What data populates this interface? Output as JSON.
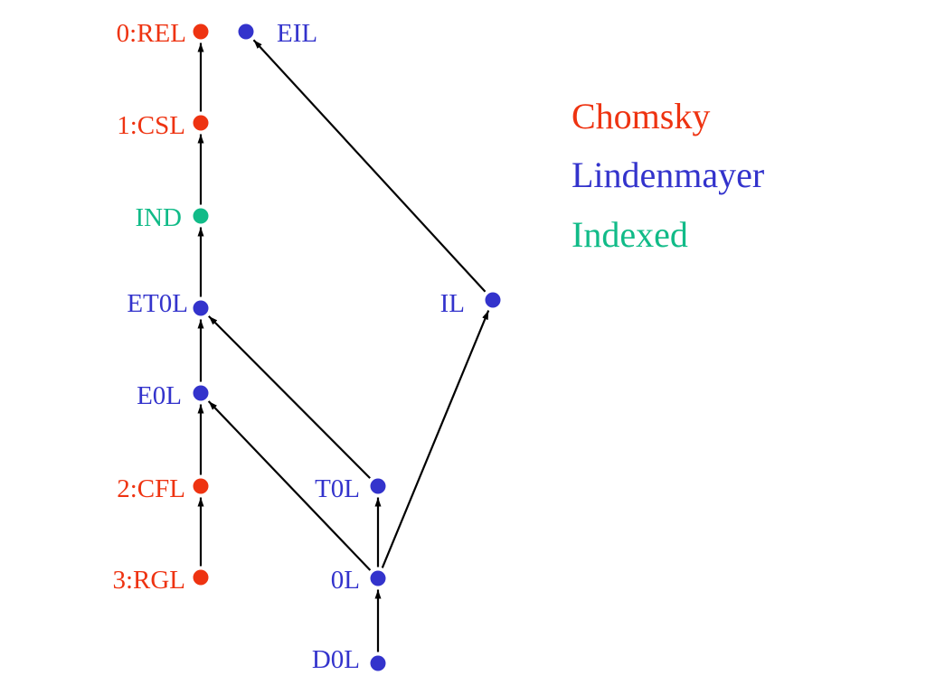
{
  "colors": {
    "chomsky": "#ee3311",
    "lindenmayer": "#3333cc",
    "indexed": "#11bb88",
    "edge": "#000000"
  },
  "legend": [
    {
      "key": "chomsky",
      "label": "Chomsky"
    },
    {
      "key": "lindenmayer",
      "label": "Lindenmayer"
    },
    {
      "key": "indexed",
      "label": "Indexed"
    }
  ],
  "nodes": [
    {
      "id": "rel",
      "label": "0:REL",
      "family": "chomsky"
    },
    {
      "id": "eil",
      "label": "EIL",
      "family": "lindenmayer"
    },
    {
      "id": "csl",
      "label": "1:CSL",
      "family": "chomsky"
    },
    {
      "id": "ind",
      "label": "IND",
      "family": "indexed"
    },
    {
      "id": "et0l",
      "label": "ET0L",
      "family": "lindenmayer"
    },
    {
      "id": "il",
      "label": "IL",
      "family": "lindenmayer"
    },
    {
      "id": "e0l",
      "label": "E0L",
      "family": "lindenmayer"
    },
    {
      "id": "cfl",
      "label": "2:CFL",
      "family": "chomsky"
    },
    {
      "id": "t0l",
      "label": "T0L",
      "family": "lindenmayer"
    },
    {
      "id": "rgl",
      "label": "3:RGL",
      "family": "chomsky"
    },
    {
      "id": "0l",
      "label": "0L",
      "family": "lindenmayer"
    },
    {
      "id": "d0l",
      "label": "D0L",
      "family": "lindenmayer"
    }
  ],
  "edges": [
    {
      "from": "csl",
      "to": "rel"
    },
    {
      "from": "ind",
      "to": "csl"
    },
    {
      "from": "et0l",
      "to": "ind"
    },
    {
      "from": "e0l",
      "to": "et0l"
    },
    {
      "from": "cfl",
      "to": "e0l"
    },
    {
      "from": "rgl",
      "to": "cfl"
    },
    {
      "from": "il",
      "to": "eil"
    },
    {
      "from": "t0l",
      "to": "et0l"
    },
    {
      "from": "0l",
      "to": "e0l"
    },
    {
      "from": "0l",
      "to": "t0l"
    },
    {
      "from": "0l",
      "to": "il"
    },
    {
      "from": "d0l",
      "to": "0l"
    }
  ]
}
